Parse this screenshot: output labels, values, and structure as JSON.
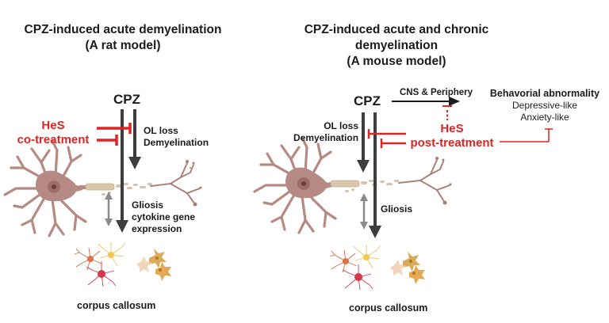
{
  "panels": {
    "left": {
      "title": "CPZ-induced acute demyelination",
      "subtitle": "(A rat model)",
      "cpz_label": "CPZ",
      "hes_line1": "HeS",
      "hes_line2": "co-treatment",
      "effect1_line1": "OL loss",
      "effect1_line2": "Demyelination",
      "effect2_line1": "Gliosis",
      "effect2_line2": "cytokine gene",
      "effect2_line3": "expression",
      "region_label": "corpus callosum"
    },
    "right": {
      "title": "CPZ-induced acute and chronic demyelination",
      "subtitle": "(A mouse model)",
      "cpz_label": "CPZ",
      "pathway_label": "CNS & Periphery",
      "outcome_title": "Behavorial abnormality",
      "outcome_item1": "Depressive-like",
      "outcome_item2": "Anxiety-like",
      "hes_line1": "HeS",
      "hes_line2": "post-treatment",
      "effect1_line1": "OL loss",
      "effect1_line2": "Demyelination",
      "effect2_line1": "Gliosis",
      "region_label": "corpus callosum"
    }
  },
  "colors": {
    "arrow_dark": "#3d3d3d",
    "arrow_gray": "#8a8a8a",
    "inhibit_red": "#e02424",
    "neuron": "#b58a82",
    "neuron_nucleus": "#8a5a52",
    "myelin": "#d9c6ab"
  },
  "icons": {
    "neuron": "neuron-icon",
    "glia": "glial-cells-icon"
  }
}
